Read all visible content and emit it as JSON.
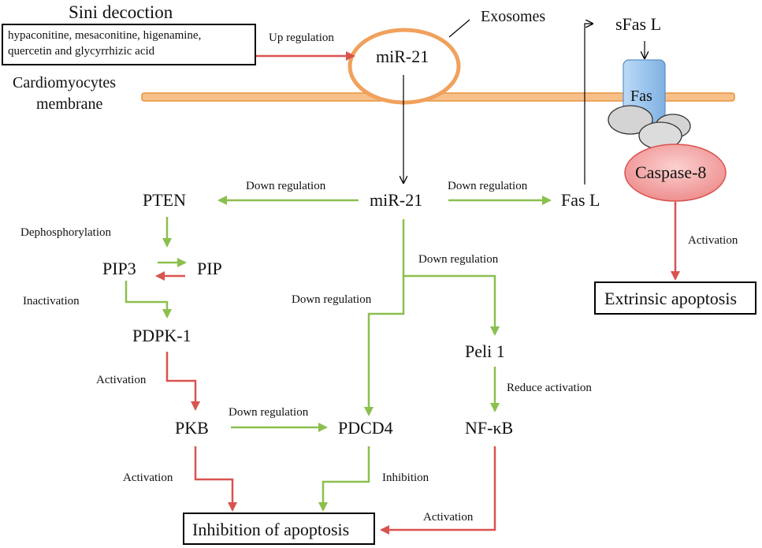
{
  "source": {
    "title": "Sini decoction",
    "compounds_line1": "hypaconitine, mesaconitine, higenamine,",
    "compounds_line2": "quercetin and glycyrrhizic  acid",
    "edge_label": "Up regulation"
  },
  "membrane": {
    "label_line1": "Cardiomyocytes",
    "label_line2": "membrane"
  },
  "exosome": {
    "label": "Exosomes",
    "content": "miR-21"
  },
  "nodes": {
    "sfasl": "sFas L",
    "fas": "Fas",
    "caspase8": "Caspase-8",
    "extrinsic": "Extrinsic  apoptosis",
    "mir21": "miR-21",
    "pten": "PTEN",
    "fasl": "Fas L",
    "pip3": "PIP3",
    "pip": "PIP",
    "pdpk1": "PDPK-1",
    "peli1": "Peli 1",
    "pkb": "PKB",
    "pdcd4": "PDCD4",
    "nfkb": "NF-κB",
    "inhibition_apoptosis": "Inhibition  of apoptosis"
  },
  "edges": {
    "mir21_pten": "Down regulation",
    "mir21_fasl": "Down regulation",
    "pten_pip3": "Dephosphorylation",
    "pip3_pdpk1": "Inactivation",
    "mir21_peli1": "Down regulation",
    "mir21_pdcd4": "Down regulation",
    "caspase_extrinsic": "Activation",
    "pdpk1_pkb": "Activation",
    "peli1_nfkb": "Reduce activation",
    "pkb_pdcd4": "Down regulation",
    "pkb_inhibition": "Activation",
    "pdcd4_inhibition": "Inhibition",
    "nfkb_inhibition": "Activation"
  },
  "colors": {
    "activation": "#d9534f",
    "suppression": "#8bbf4e",
    "membrane": "#f7c08a",
    "membrane_edge": "#e8923a",
    "fas_fill": "#9cc6ee",
    "caspase_fill": "#f4a6a6"
  }
}
